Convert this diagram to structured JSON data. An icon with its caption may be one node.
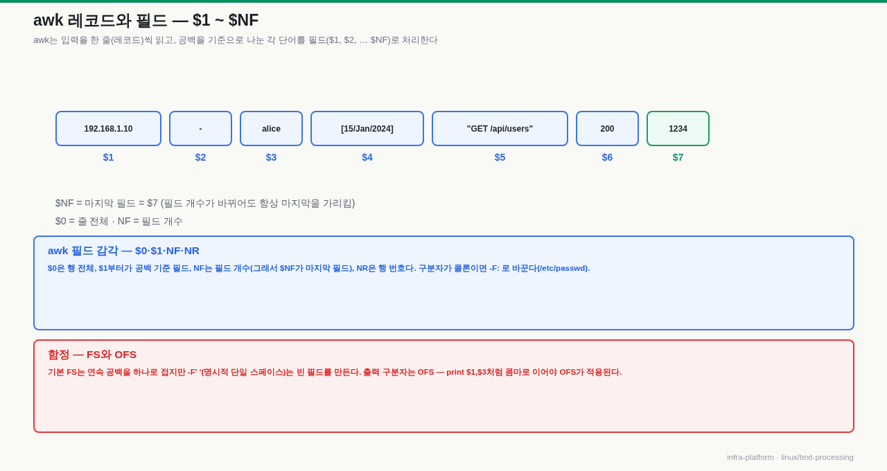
{
  "diagram": {
    "title": "awk 레코드와 필드 — $1 ~ $NF",
    "nodes": [
      {
        "text": [
          "192.168.1.10"
        ],
        "beside": [
          "$1"
        ]
      },
      {
        "text": [
          "-"
        ],
        "beside": [
          "$2"
        ]
      },
      {
        "text": [
          "alice"
        ],
        "beside": [
          "$3"
        ]
      },
      {
        "text": [
          "[15/Jan/2024]"
        ],
        "beside": [
          "$4"
        ]
      },
      {
        "text": [
          "\"GET /api/users\""
        ],
        "beside": [
          "$5"
        ]
      },
      {
        "text": [
          "200"
        ],
        "beside": [
          "$6"
        ]
      },
      {
        "text": [
          "1234"
        ],
        "beside": [
          "$7"
        ]
      },
      {
        "text": [
          "awk 필드 감각 — $0·$1·NF·NR",
          "$0은 행 전체, $1부터가 공백 기준 필드, NF는 필드 개수(그래서 $NF가 마지막 필드), NR은 행 번호다. 구분자가 콜론이면 -F: 로 바꾼다(/etc/passwd)."
        ]
      },
      {
        "text": [
          "함정 — FS와 OFS",
          "기본 FS는 연속 공백을 하나로 접지만 -F' '(명시적 단일 스페이스)는 빈 필드를 만든다. 출력 구분자는 OFS — print $1,$3처럼 콤마로 이어야 OFS가 적용된다."
        ]
      }
    ],
    "labels": [
      "awk는 입력을 한 줄(레코드)씩 읽고, 공백을 기준으로 나눈 각 단어를 필드($1, $2, … $NF)로 처리한다",
      "$NF = 마지막 필드 = $7 (필드 개수가 바뀌어도 항상 마지막을 가리킴)",
      "$0 = 줄 전체 · NF = 필드 개수"
    ],
    "caption": "infra-platform · linux/text-processing"
  }
}
